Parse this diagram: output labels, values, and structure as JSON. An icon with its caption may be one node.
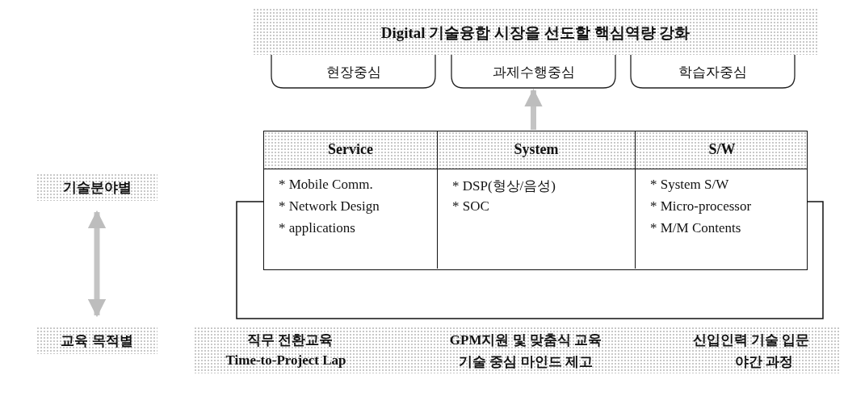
{
  "diagram": {
    "nodes": [
      {
        "text": [
          "Digital 기술융합 시장을 선도할 핵심역량 강화"
        ]
      },
      {
        "text": [
          "현장중심"
        ]
      },
      {
        "text": [
          "과제수행중심"
        ]
      },
      {
        "text": [
          "학습자중심"
        ]
      },
      {
        "text": [],
        "shape": "box"
      },
      {
        "text": [
          "Service",
          "* Mobile Comm.",
          "* Network Design",
          "* applications"
        ],
        "in": 4
      },
      {
        "text": [
          "System",
          "* DSP(형상/음성)",
          "* SOC"
        ],
        "in": 4
      },
      {
        "text": [
          "S/W",
          "* System S/W",
          "* Micro-processor",
          "* M/M Contents"
        ],
        "in": 4
      },
      {
        "text": [
          "기술분야별"
        ]
      },
      {
        "text": [
          "교육 목적별"
        ]
      }
    ],
    "edges": [
      {
        "from": 4,
        "to": 2,
        "arrow": "to"
      },
      {
        "from": 8,
        "to": 9,
        "arrow": "both"
      }
    ],
    "labels": [
      "직무 전환교육",
      "GPM지원 및 맞춤식 교육",
      "신입인력 기술 입문",
      "Time-to-Project Lap",
      "기술 중심 마인드 제고",
      "야간 과정"
    ]
  }
}
